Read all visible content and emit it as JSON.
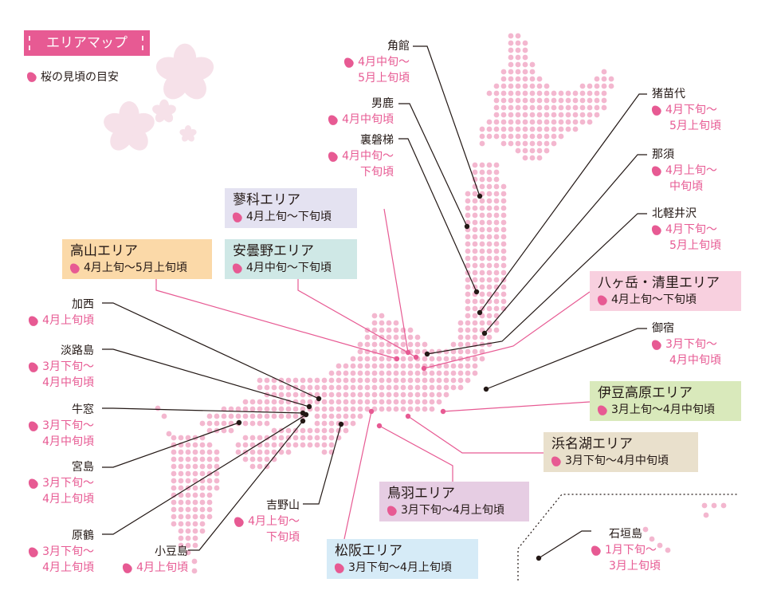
{
  "header": {
    "title": "エリアマップ",
    "legend_label": "桜の見頃の目安"
  },
  "colors": {
    "accent": "#e75a93",
    "dot": "#f3b7cf",
    "line_black": "#231815",
    "line_pink": "#e75a93",
    "area_lavender": "#e4e2f1",
    "area_teal": "#cfe8e6",
    "area_peach": "#fbd9a8",
    "area_pink": "#f8d0df",
    "area_green": "#d9e9bb",
    "area_tan": "#e9e0cc",
    "area_purple": "#e6cde3",
    "area_blue": "#d6ebf7"
  },
  "points": [
    {
      "name": "角館",
      "period": [
        "4月中旬〜",
        "5月上旬頃"
      ]
    },
    {
      "name": "男鹿",
      "period": [
        "4月中旬頃"
      ]
    },
    {
      "name": "裏磐梯",
      "period": [
        "4月中旬〜",
        "下旬頃"
      ]
    },
    {
      "name": "猪苗代",
      "period": [
        "4月下旬〜",
        "5月上旬頃"
      ]
    },
    {
      "name": "那須",
      "period": [
        "4月上旬〜",
        "中旬頃"
      ]
    },
    {
      "name": "北軽井沢",
      "period": [
        "4月下旬〜",
        "5月上旬頃"
      ]
    },
    {
      "name": "御宿",
      "period": [
        "3月下旬〜",
        "4月中旬頃"
      ]
    },
    {
      "name": "加西",
      "period": [
        "4月上旬頃"
      ]
    },
    {
      "name": "淡路島",
      "period": [
        "3月下旬〜",
        "4月中旬頃"
      ]
    },
    {
      "name": "牛窓",
      "period": [
        "3月下旬〜",
        "4月中旬頃"
      ]
    },
    {
      "name": "宮島",
      "period": [
        "3月下旬〜",
        "4月上旬頃"
      ]
    },
    {
      "name": "原鶴",
      "period": [
        "3月下旬〜",
        "4月上旬頃"
      ]
    },
    {
      "name": "小豆島",
      "period": [
        "4月上旬頃"
      ]
    },
    {
      "name": "吉野山",
      "period": [
        "4月上旬〜",
        "下旬頃"
      ]
    },
    {
      "name": "石垣島",
      "period": [
        "1月下旬〜",
        "3月上旬頃"
      ]
    }
  ],
  "areas": [
    {
      "name": "蓼科エリア",
      "period": "4月上旬〜下旬頃"
    },
    {
      "name": "高山エリア",
      "period": "4月上旬〜5月上旬頃"
    },
    {
      "name": "安曇野エリア",
      "period": "4月中旬〜下旬頃"
    },
    {
      "name": "八ヶ岳・清里エリア",
      "period": "4月上旬〜下旬頃"
    },
    {
      "name": "伊豆高原エリア",
      "period": "3月上旬〜4月中旬頃"
    },
    {
      "name": "浜名湖エリア",
      "period": "3月下旬〜4月中旬頃"
    },
    {
      "name": "鳥羽エリア",
      "period": "3月下旬〜4月上旬頃"
    },
    {
      "name": "松阪エリア",
      "period": "3月下旬〜4月上旬頃"
    }
  ]
}
